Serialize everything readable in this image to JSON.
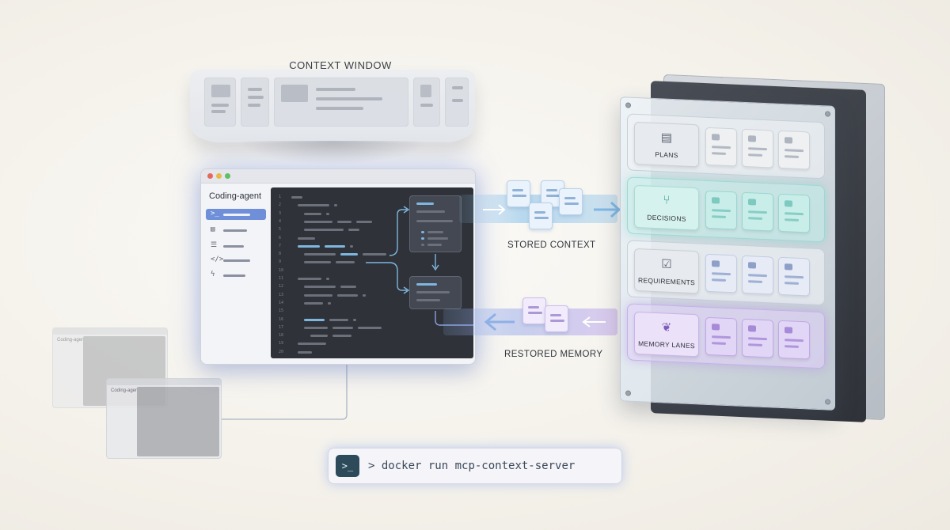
{
  "context_window": {
    "label": "CONTEXT WINDOW"
  },
  "agent": {
    "title": "Coding-agent",
    "sidebar_icons": [
      "terminal-icon",
      "document-icon",
      "list-icon",
      "code-icon",
      "lightning-icon"
    ],
    "line_numbers": [
      "1",
      "2",
      "3",
      "4",
      "5",
      "6",
      "7",
      "8",
      "9",
      "10",
      "11",
      "12",
      "13",
      "14",
      "15",
      "16",
      "17",
      "18",
      "19",
      "20"
    ]
  },
  "background_agents": [
    {
      "title": "Coding-agent"
    },
    {
      "title": "Coding-agent"
    }
  ],
  "flows": {
    "store_label": "STORED CONTEXT",
    "restore_label": "RESTORED MEMORY"
  },
  "server": {
    "title": "MCP Context Server",
    "lanes": [
      {
        "label": "PLANS",
        "icon": "plans-document-icon",
        "tone": "gray"
      },
      {
        "label": "DECISIONS",
        "icon": "decisions-branch-icon",
        "tone": "green"
      },
      {
        "label": "REQUIREMENTS",
        "icon": "requirements-checklist-icon",
        "tone": "gray2"
      },
      {
        "label": "MEMORY LANES",
        "icon": "memory-brain-icon",
        "tone": "purple"
      }
    ]
  },
  "command": {
    "icon": "terminal-icon",
    "prompt": ">",
    "text": "docker run mcp-context-server"
  },
  "colors": {
    "accent_blue": "#6f8fd9",
    "lane_green": "#7ec9c0",
    "lane_purple": "#a88bd8",
    "terminal_bg": "#2c4a5a"
  }
}
